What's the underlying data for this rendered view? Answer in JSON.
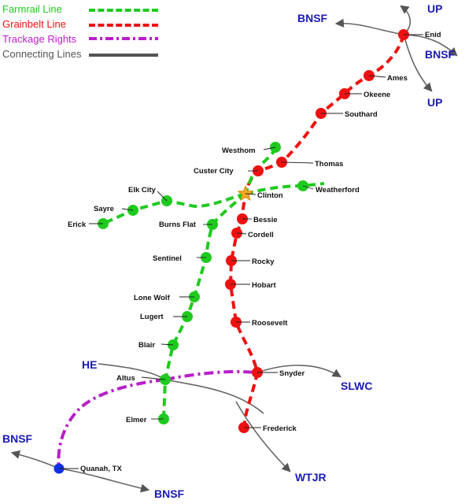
{
  "colors": {
    "farmrail": "#1fca1f",
    "grainbelt": "#ee1111",
    "trackage": "#b81ec8",
    "connecting": "#555555",
    "railroad_label": "#1a1ab4",
    "clinton_star": "#f5a623",
    "quanah": "#1030e8"
  },
  "legend": [
    {
      "key": "farmrail",
      "label": "Farmrail Line",
      "style": "dashed"
    },
    {
      "key": "grainbelt",
      "label": "Grainbelt Line",
      "style": "dashed"
    },
    {
      "key": "trackage",
      "label": "Trackage Rights",
      "style": "dashdot"
    },
    {
      "key": "connecting",
      "label": "Connecting Lines",
      "style": "solid"
    }
  ],
  "towns": {
    "enid": "Enid",
    "ames": "Ames",
    "okeene": "Okeene",
    "southard": "Southard",
    "thomas": "Thomas",
    "westhom": "Westhom",
    "custer_city": "Custer City",
    "clinton": "Clinton",
    "weatherford": "Weatherford",
    "elk_city": "Elk City",
    "sayre": "Sayre",
    "erick": "Erick",
    "burns_flat": "Burns Flat",
    "bessie": "Bessie",
    "cordell": "Cordell",
    "sentinel": "Sentinel",
    "rocky": "Rocky",
    "hobart": "Hobart",
    "lone_wolf": "Lone Wolf",
    "lugert": "Lugert",
    "roosevelt": "Roosevelt",
    "blair": "Blair",
    "altus": "Altus",
    "snyder": "Snyder",
    "elmer": "Elmer",
    "frederick": "Frederick",
    "quanah": "Quanah, TX"
  },
  "railroads": {
    "bnsf_enid_west": "BNSF",
    "up_enid_north": "UP",
    "bnsf_enid_east": "BNSF",
    "up_enid_south": "UP",
    "he": "HE",
    "slwc": "SLWC",
    "wtjr": "WTJR",
    "bnsf_quanah_west": "BNSF",
    "bnsf_quanah_south": "BNSF"
  }
}
